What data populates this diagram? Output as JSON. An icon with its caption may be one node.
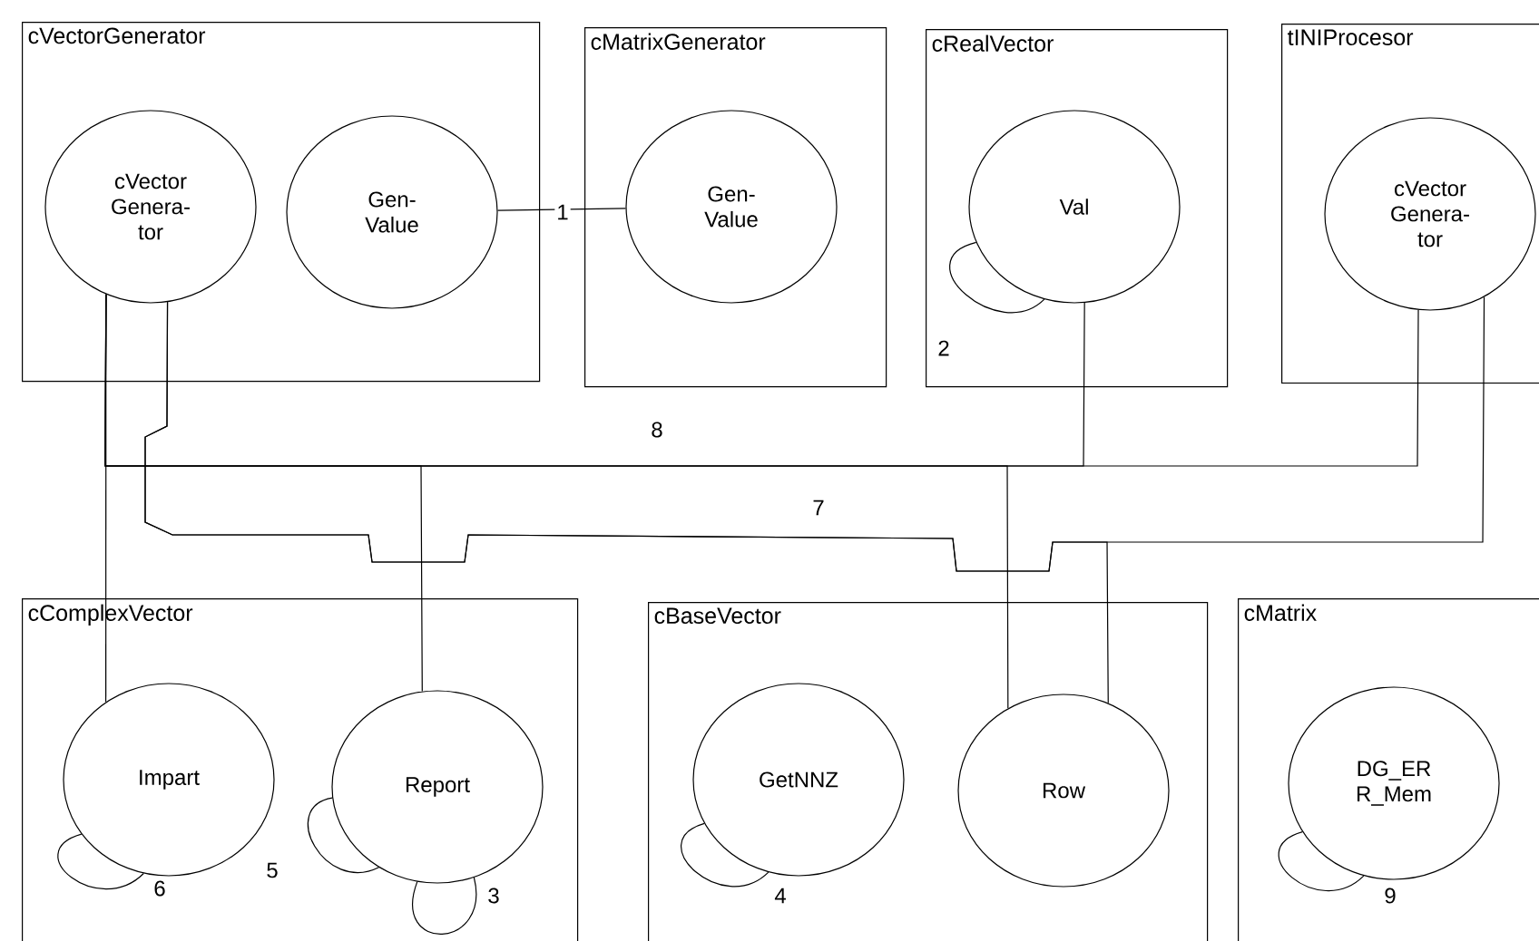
{
  "diagram": {
    "nodes": [
      {
        "text": [
          "cVectorGenerator"
        ]
      },
      {
        "text": [
          "cVector Genera- tor"
        ],
        "in": 0
      },
      {
        "text": [
          "Gen- Value"
        ],
        "in": 0
      },
      {
        "text": [
          "cMatrixGenerator"
        ]
      },
      {
        "text": [
          "Gen- Value"
        ],
        "in": 3
      },
      {
        "text": [
          "cRealVector"
        ]
      },
      {
        "text": [
          "Val"
        ],
        "in": 5
      },
      {
        "text": [
          "tINIProcesor"
        ]
      },
      {
        "text": [
          "cVector Genera- tor"
        ],
        "in": 7
      },
      {
        "text": [
          "cComplexVector"
        ]
      },
      {
        "text": [
          "Impart"
        ],
        "in": 9
      },
      {
        "text": [
          "Report"
        ],
        "in": 9
      },
      {
        "text": [
          "cBaseVector"
        ]
      },
      {
        "text": [
          "GetNNZ"
        ],
        "in": 12
      },
      {
        "text": [
          "Row"
        ],
        "in": 12
      },
      {
        "text": [
          "cMatrix"
        ]
      },
      {
        "text": [
          "DG_ER R_Mem"
        ],
        "in": 15
      }
    ],
    "edges": [
      {
        "from": 2,
        "to": 4,
        "arrow": "none",
        "label": "1"
      },
      {
        "from": 6,
        "to": 6,
        "arrow": "none",
        "label": "2"
      },
      {
        "from": 11,
        "to": 11,
        "arrow": "none",
        "label": "3"
      },
      {
        "from": 13,
        "to": 13,
        "arrow": "none",
        "label": "4"
      },
      {
        "from": 11,
        "to": 11,
        "arrow": "none",
        "label": "5"
      },
      {
        "from": 10,
        "to": 10,
        "arrow": "none",
        "label": "6"
      },
      {
        "from": 1,
        "to": 14,
        "arrow": "none",
        "label": "7"
      },
      {
        "from": 1,
        "to": 8,
        "arrow": "none"
      },
      {
        "from": 1,
        "to": 10,
        "arrow": "none"
      },
      {
        "from": 1,
        "to": 11,
        "arrow": "none"
      },
      {
        "from": 1,
        "to": 14,
        "arrow": "none",
        "label": "8"
      },
      {
        "from": 1,
        "to": 6,
        "arrow": "none"
      },
      {
        "from": 1,
        "to": 8,
        "arrow": "none"
      },
      {
        "from": 16,
        "to": 16,
        "arrow": "none",
        "label": "9"
      }
    ]
  }
}
